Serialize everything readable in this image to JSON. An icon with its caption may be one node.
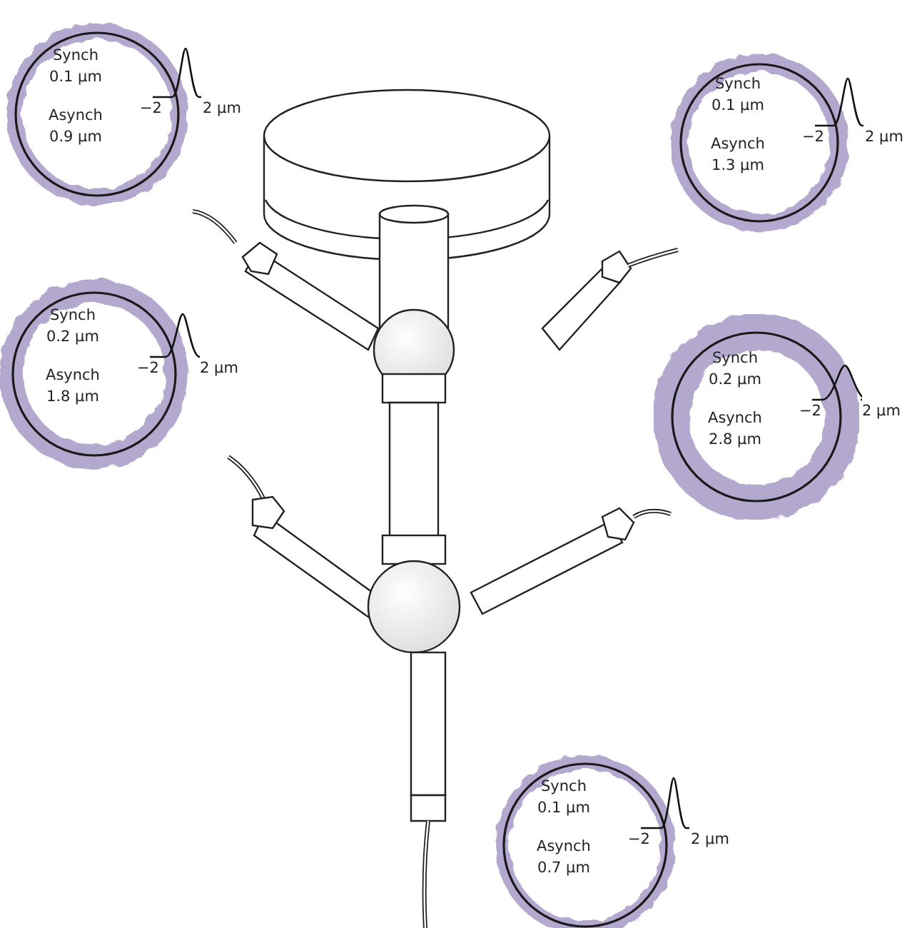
{
  "diagram": {
    "nodes": [
      {
        "text": [
          "Synch 0.1 µm",
          "Asynch 0.9 µm",
          "−2"
        ],
        "beside": [
          "2 µm"
        ]
      },
      {
        "text": [
          "Synch 0.1 µm",
          "Asynch 1.3 µm",
          "−2"
        ],
        "beside": [
          "2 µm"
        ]
      },
      {
        "text": [
          "Synch 0.2 µm",
          "Asynch 1.8 µm",
          "−2"
        ],
        "beside": [
          "2 µm"
        ]
      },
      {
        "text": [
          "Synch 0.2 µm",
          "Asynch 2.8 µm",
          "−2"
        ],
        "beside": [
          "2 µm"
        ]
      },
      {
        "text": [
          "Synch 0.1 µm",
          "Asynch 0.7 µm",
          "−2"
        ],
        "beside": [
          "2 µm"
        ]
      }
    ]
  }
}
